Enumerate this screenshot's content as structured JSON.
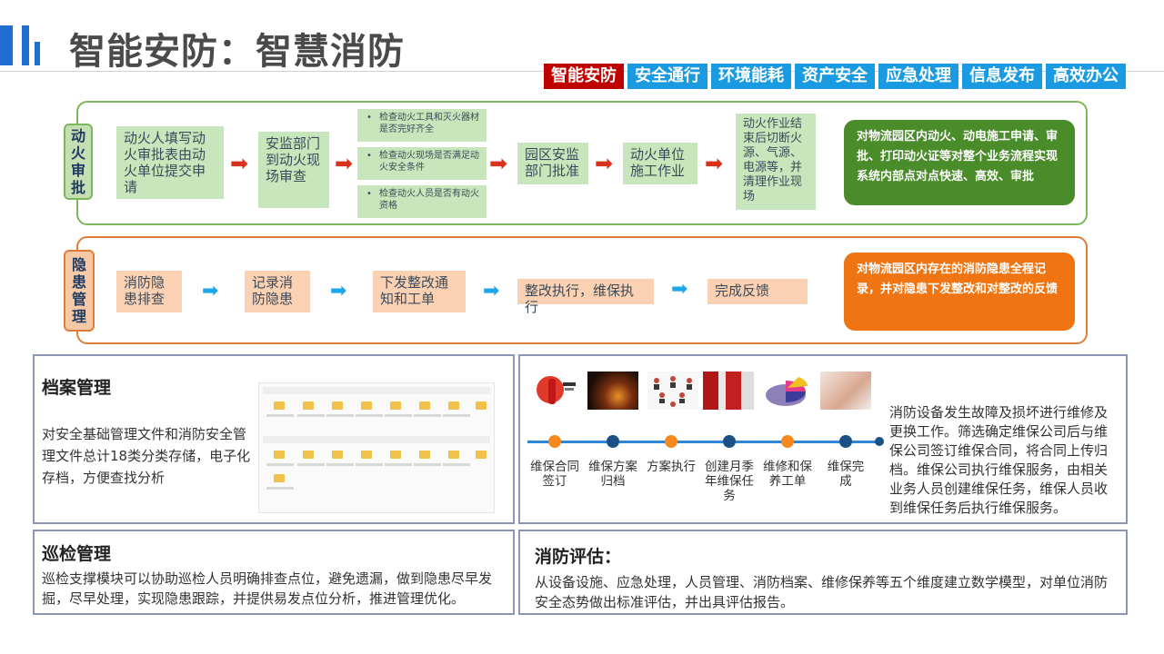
{
  "page": {
    "title": "智能安防：智慧消防"
  },
  "nav": {
    "tabs": [
      "智能安防",
      "安全通行",
      "环境能耗",
      "资产安全",
      "应急处理",
      "信息发布",
      "高效办公"
    ],
    "active_index": 0
  },
  "colors": {
    "accent_blue": "#1a9ae0",
    "active_red": "#c00000",
    "fire_green": "#7cb85a",
    "hazard_orange": "#e07b39",
    "summary_green": "#4a8c2a",
    "summary_orange": "#f07512"
  },
  "fire_approval": {
    "label_chars": [
      "动",
      "火",
      "审",
      "批"
    ],
    "steps": [
      "动火人填写动火审批表由动火单位提交申请",
      "安监部门到动火现场审查",
      "园区安监部门批准",
      "动火单位施工作业",
      "动火作业结束后切断火源、气源、电源等，并清理作业现场"
    ],
    "checks": [
      "检查动火工具和灭火器材是否完好齐全",
      "检查动火现场是否满足动火安全条件",
      "检查动火人员是否有动火资格"
    ],
    "summary": "对物流园区内动火、动电施工申请、审批、打印动火证等对整个业务流程实现系统内部点对点快速、高效、审批"
  },
  "hazard": {
    "label_chars": [
      "隐",
      "患",
      "管",
      "理"
    ],
    "steps": [
      "消防隐患排查",
      "记录消防隐患",
      "下发整改通知和工单",
      "整改执行，维保执行",
      "完成反馈"
    ],
    "summary": "对物流园区内存在的消防隐患全程记录，并对隐患下发整改和对整改的反馈"
  },
  "archive": {
    "title": "档案管理",
    "text": "对安全基础管理文件和消防安全管理文件总计18类分类存储，电子化存档，方便查找分析"
  },
  "maintenance": {
    "steps": [
      "维保合同签订",
      "维保方案归档",
      "方案执行",
      "创建月季年维保任务",
      "维修和保养工单",
      "维保完成"
    ],
    "text": "消防设备发生故障及损坏进行维修及更换工作。筛选确定维保公司后与维保公司签订维保合同，将合同上传归档。维保公司执行维保服务，由相关业务人员创建维保任务，维保人员收到维保任务后执行维保服务。"
  },
  "patrol": {
    "title": "巡检管理",
    "text": "巡检支撑模块可以协助巡检人员明确排查点位，避免遗漏，做到隐患尽早发掘，尽早处理，实现隐患跟踪，并提供易发点位分析，推进管理优化。"
  },
  "evaluation": {
    "title": "消防评估：",
    "text": "从设备设施、应急处理，人员管理、消防档案、维修保养等五个维度建立数学模型，对单位消防安全态势做出标准评估，并出具评估报告。"
  },
  "icons": [
    "title-bars-icon",
    "arrow-right-icon",
    "arrow-right-icon",
    "folder-icon",
    "fire-extinguisher-image",
    "fire-night-image",
    "people-network-image",
    "fire-pipes-image",
    "pie-chart-image",
    "hand-writing-image"
  ]
}
